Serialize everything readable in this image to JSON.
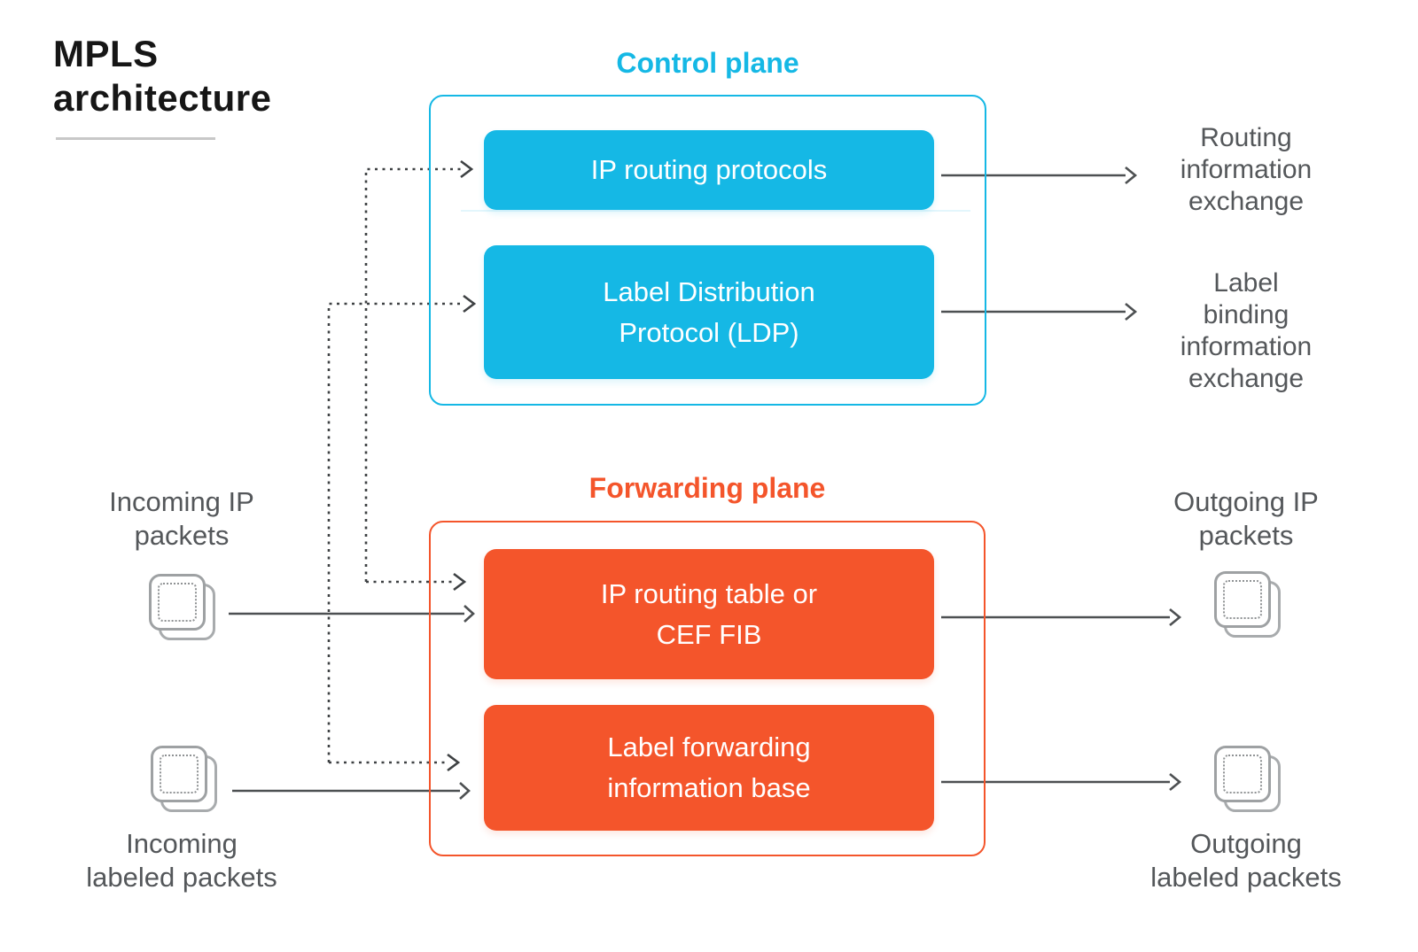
{
  "colors": {
    "cyan": "#15B8E5",
    "orange": "#F4552B",
    "ink": "#161616",
    "gray-text": "#54575A",
    "arrow": "#4D5052",
    "arrow-dark": "#3E4143",
    "icon-border": "#9EA1A3",
    "icon-back": "#A8ABAD",
    "icon-inner": "#8F9294",
    "underline": "#C8C8C8"
  },
  "title": {
    "lines": [
      "MPLS",
      "architecture"
    ]
  },
  "control_plane": {
    "label": "Control plane",
    "boxes": [
      {
        "lines": [
          "IP routing protocols"
        ]
      },
      {
        "lines": [
          "Label Distribution",
          "Protocol (LDP)"
        ]
      }
    ]
  },
  "forwarding_plane": {
    "label": "Forwarding plane",
    "boxes": [
      {
        "lines": [
          "IP routing table or",
          "CEF FIB"
        ]
      },
      {
        "lines": [
          "Label forwarding",
          "information base"
        ]
      }
    ]
  },
  "side_labels": {
    "incoming_ip": {
      "lines": [
        "Incoming IP",
        "packets"
      ]
    },
    "incoming_labeled": {
      "lines": [
        "Incoming",
        "labeled packets"
      ]
    },
    "outgoing_ip": {
      "lines": [
        "Outgoing IP",
        "packets"
      ]
    },
    "outgoing_labeled": {
      "lines": [
        "Outgoing",
        "labeled packets"
      ]
    },
    "routing_info_exchange": {
      "lines": [
        "Routing",
        "information",
        "exchange"
      ]
    },
    "label_binding_exchange": {
      "lines": [
        "Label",
        "binding",
        "information",
        "exchange"
      ]
    }
  }
}
